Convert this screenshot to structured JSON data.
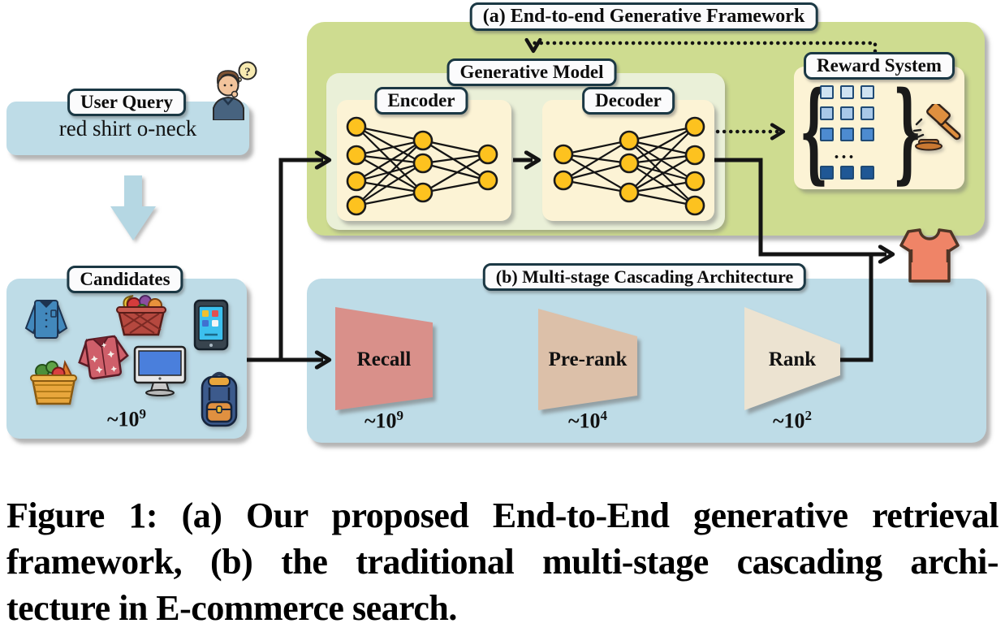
{
  "figure": {
    "framework_a": {
      "label": "(a) End-to-end Generative Framework",
      "background": "#cedc90",
      "model_panel_background": "#eaf0d8",
      "module_background": "#fcf3d5",
      "generative_model_label": "Generative Model",
      "encoder_label": "Encoder",
      "decoder_label": "Decoder",
      "node_color": "#fdc21f",
      "reward_system": {
        "label": "Reward System",
        "ellipsis": "...",
        "square_row_colors": [
          "#cfe3f2",
          "#a8c8e8",
          "#4d8bd0",
          "#1f5795"
        ],
        "gavel_icon": "gavel-icon"
      }
    },
    "user_query": {
      "label": "User Query",
      "query_text": "red shirt o-neck",
      "background": "#bedce7",
      "person_icon": "thinking-person-icon"
    },
    "candidates": {
      "label": "Candidates",
      "background": "#bedce7",
      "count_base": "~10",
      "count_exp": "9",
      "item_icons": [
        "dress-shirt-icon",
        "fruit-basket-icon",
        "smartphone-icon",
        "hawaiian-shirt-icon",
        "vegetable-basket-icon",
        "monitor-icon",
        "backpack-icon"
      ]
    },
    "cascade_b": {
      "label": "(b) Multi-stage Cascading Architecture",
      "background": "#bedce7",
      "stages": [
        {
          "name": "Recall",
          "count_base": "~10",
          "count_exp": "9",
          "color": "#d9908a"
        },
        {
          "name": "Pre-rank",
          "count_base": "~10",
          "count_exp": "4",
          "color": "#dcc0a9"
        },
        {
          "name": "Rank",
          "count_base": "~10",
          "count_exp": "2",
          "color": "#ece3d1"
        }
      ]
    },
    "output_icon": "t-shirt-icon",
    "output_color": "#ef8467",
    "arrow_color": "#141414"
  },
  "caption": {
    "lines": [
      "Figure 1: (a) Our proposed End-to-End generative retrieval",
      "framework, (b) the traditional multi-stage cascading archi-",
      "tecture in E-commerce search."
    ]
  }
}
